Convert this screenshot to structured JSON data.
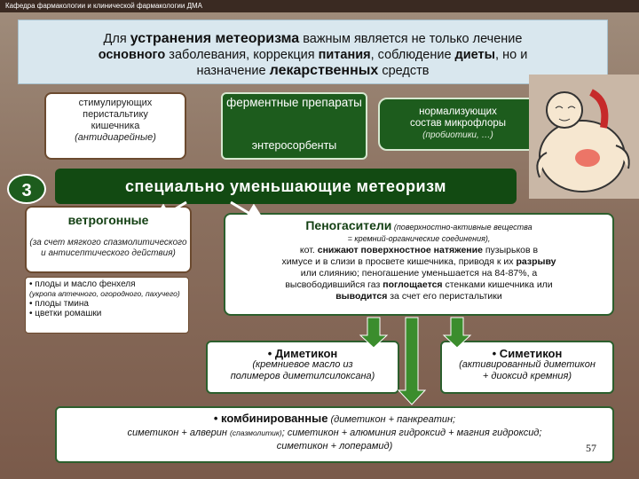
{
  "header": {
    "title": "Кафедра фармакологии и клинической фармакологии ДМА"
  },
  "intro": {
    "line1_a": "Для ",
    "line1_b": "устранения метеоризма",
    "line1_c": " важным является не только лечение",
    "line2_a": "основного",
    "line2_b": " заболевания, коррекция ",
    "line2_c": "питания",
    "line2_d": ", соблюдение ",
    "line2_e": "диеты",
    "line2_f": ", но и",
    "line3_a": "назначение ",
    "line3_b": "лекарственных",
    "line3_c": "  средств"
  },
  "groups": {
    "stim": {
      "l1": "стимулирующих",
      "l2": "перистальтику",
      "l3": "кишечника",
      "l4": "(антидиарейные)"
    },
    "enzyme": {
      "label": "ферментные препараты",
      "sorbents": "энтеросорбенты"
    },
    "flora": {
      "l1": "нормализующих",
      "l2": "состав микрофлоры",
      "sub": "(пробиотики, …)"
    }
  },
  "section": {
    "number": "3",
    "title": "специально  уменьшающие    метеоризм"
  },
  "carminatives": {
    "title": "ветрогонные",
    "sub": "(за счет мягкого спазмолитического и антисептического действия)",
    "items": [
      "• плоды и масло фенхеля",
      "(укропа аптечного, огородного, пахучего)",
      "• плоды тмина",
      "• цветки ромашки"
    ]
  },
  "antifoam": {
    "title": "Пеногасители",
    "title_note": " (поверхностно-активные вещества",
    "line2": "= кремний-органические соединения),",
    "p1": "кот. ",
    "p1_b": "снижают поверхностное натяжение",
    "p1_c": " пузырьков в",
    "p2": "химусе и в слизи в просвете кишечника, приводя к их ",
    "p2_b": "разрыву",
    "p3": "или слиянию;  пеногашение уменьшается на 84-87%, а",
    "p4": "высвободившийся газ ",
    "p4_b": "поглощается",
    "p4_c": " стенками кишечника или",
    "p5_b": "выводится",
    "p5": " за счет его перистальтики"
  },
  "dimeticon": {
    "title": "• Диметикон",
    "sub1": "(кремниевое масло из",
    "sub2": "полимеров диметилсилоксана)"
  },
  "simeticon": {
    "title": "• Симетикон",
    "sub1": "(активированный диметикон",
    "sub2": "+ диоксид кремния)"
  },
  "combined": {
    "title": "• комбинированные",
    "t1": " (диметикон + панкреатин;",
    "l2a": "симетикон + алверин ",
    "l2b": "(спазмолитик)",
    "l2c": "; симетикон + алюминия гидроксид + магния гидроксид;",
    "l3": "симетикон + лоперамид)"
  },
  "page": {
    "number": "57"
  },
  "icons": {
    "figure": "bloated-man-illustration"
  }
}
